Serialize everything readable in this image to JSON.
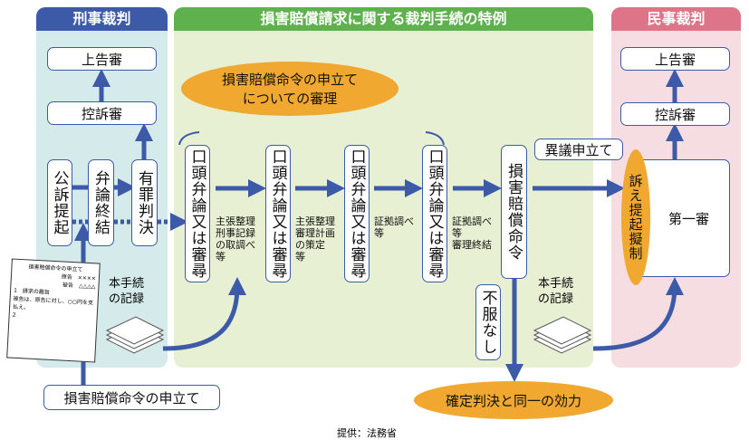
{
  "panels": {
    "criminal": "刑事裁判",
    "special": "損害賠償請求に関する裁判手続の特例",
    "civil": "民事裁判"
  },
  "criminal": {
    "supreme": "上告審",
    "appeal": "控訴審",
    "prosecution": "公訴提起",
    "closing": "弁論終結",
    "guilty": "有罪判決"
  },
  "special": {
    "hearing_title_1": "損害賠償命令の申立て",
    "hearing_title_2": "についての審理",
    "hearing_box": "口頭弁論又は審尋",
    "notes": [
      "主張整理\n刑事記録\nの取調べ\n等",
      "主張整理\n審理計画\nの策定\n等",
      "証拠調べ\n等",
      "証拠調べ\n等\n審理終結"
    ],
    "order": "損害賠償命令",
    "objection": "異議申立て",
    "no_objection": "不服なし",
    "record": "本手続\nの記録",
    "final": "確定判決と同一の効力"
  },
  "civil": {
    "supreme": "上告審",
    "appeal": "控訴審",
    "first": "第一審",
    "deemed": "訴え提起擬制",
    "record": "本手続\nの記録"
  },
  "petition": {
    "label": "損害賠償命令の申立て",
    "doc_title": "損害賠償命令の申立て",
    "plaintiff": "原告　××××",
    "defendant": "被告　△△△△",
    "item1": "1　請求の趣旨",
    "item1_text": "被告は、原告に対し、○○円を支払え。",
    "item2": "2"
  },
  "credit": "提供：法務省",
  "colors": {
    "blue": "#3d5aa8",
    "criminal_header": "#3d5aa8",
    "special_header": "#5fb14d",
    "civil_header": "#de7488",
    "orange": "#f0a830"
  }
}
